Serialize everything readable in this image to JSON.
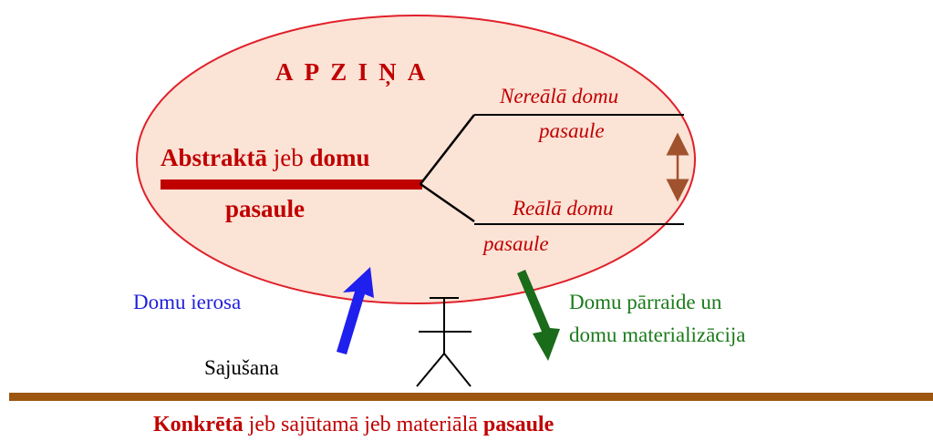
{
  "colors": {
    "ellipse_fill": "#fbe3d6",
    "ellipse_stroke": "#e0202a",
    "abstract_bar": "#c00000",
    "ground_bar": "#9c5610",
    "double_arrow": "#a0522d",
    "up_arrow": "#1f1fee",
    "down_arrow": "#1a6b1a",
    "title_text": "#c00000",
    "blue_text": "#1f1fdd",
    "green_text": "#1a7a1a"
  },
  "consciousness": {
    "title": "APZIŅA"
  },
  "abstract_world": {
    "word1": "Abstraktā",
    "word2": " jeb ",
    "word3": "domu",
    "line2": "pasaule"
  },
  "branches": {
    "unreal_line1": "Nereālā domu",
    "unreal_line2": "pasaule",
    "real_line1": "Reālā domu",
    "real_line2": "pasaule"
  },
  "arrows": {
    "up_label": "Domu ierosa",
    "down_label_line1": "Domu pārraide un",
    "down_label_line2": "domu materializācija"
  },
  "figure": {
    "label": "Sajušana"
  },
  "ground": {
    "word1": "Konkrētā",
    "middle": " jeb sajūtamā jeb materiālā ",
    "word3": "pasaule"
  }
}
